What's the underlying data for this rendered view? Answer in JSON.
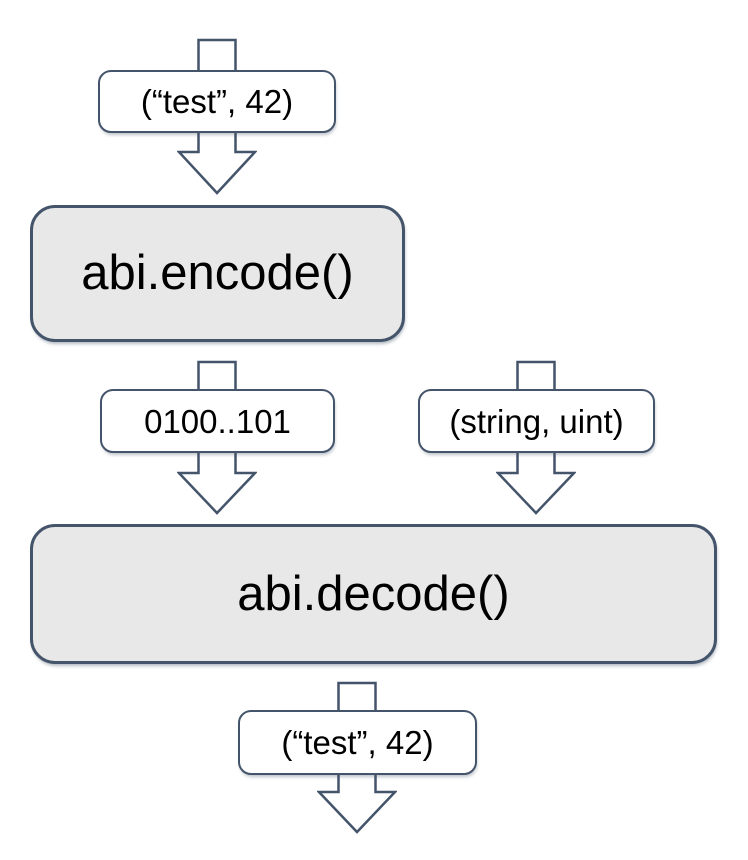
{
  "diagram": {
    "description": "ABI encoding and decoding flow",
    "colors": {
      "stroke": "#44546A",
      "node_fill": "#E9E8E8",
      "label_fill": "#FFFFFF",
      "text": "#000000",
      "background": "#FFFFFF"
    },
    "nodes": {
      "encode": {
        "label": "abi.encode()"
      },
      "decode": {
        "label": "abi.decode()"
      }
    },
    "labels": {
      "input_tuple": "(“test”, 42)",
      "encoded_bytes": "0100..101",
      "types_tuple": "(string, uint)",
      "output_tuple": "(“test”, 42)"
    },
    "icons": {
      "flow_arrow": "down-block-arrow-icon"
    }
  }
}
